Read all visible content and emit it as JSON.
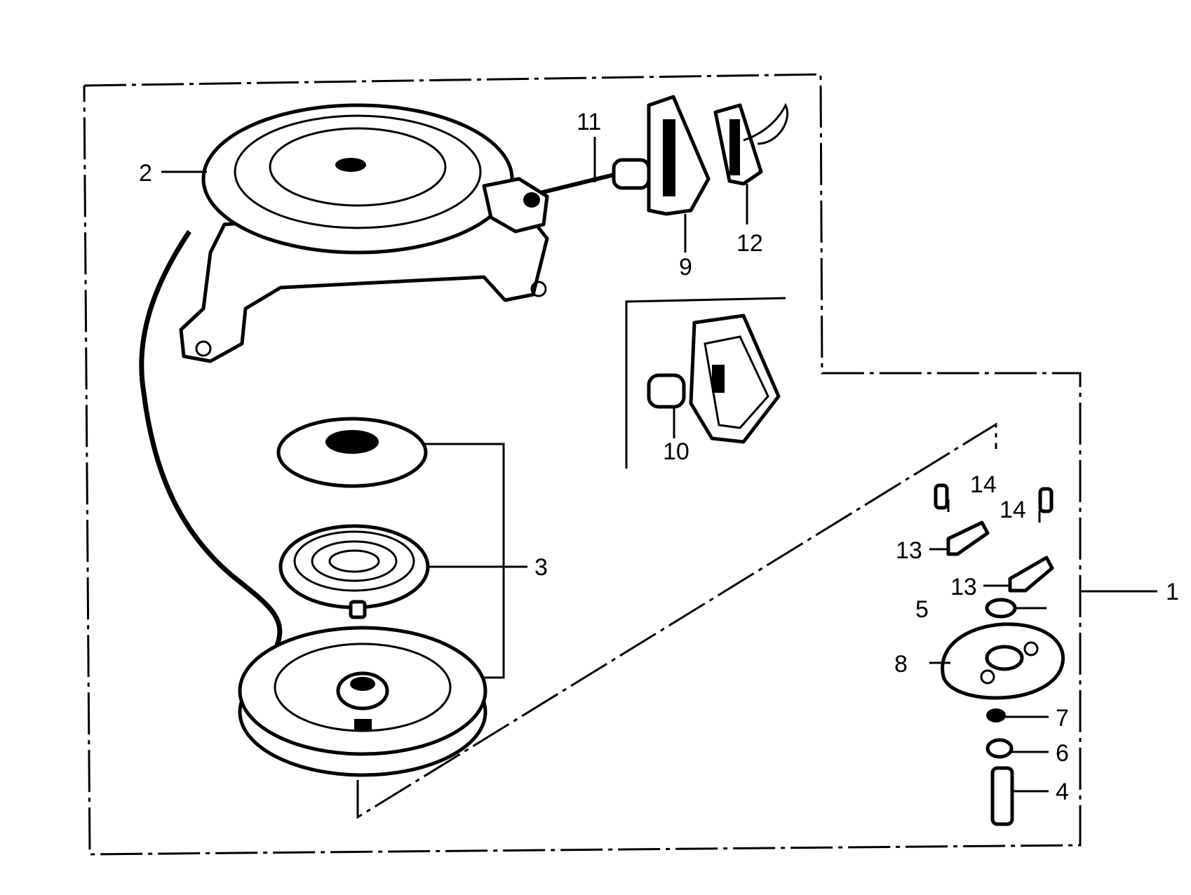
{
  "diagram": {
    "callouts": [
      {
        "id": "1",
        "label": "1"
      },
      {
        "id": "2",
        "label": "2"
      },
      {
        "id": "3",
        "label": "3"
      },
      {
        "id": "4",
        "label": "4"
      },
      {
        "id": "5",
        "label": "5"
      },
      {
        "id": "6",
        "label": "6"
      },
      {
        "id": "7",
        "label": "7"
      },
      {
        "id": "8",
        "label": "8"
      },
      {
        "id": "9",
        "label": "9"
      },
      {
        "id": "10",
        "label": "10"
      },
      {
        "id": "11",
        "label": "11"
      },
      {
        "id": "12",
        "label": "12"
      },
      {
        "id": "13a",
        "label": "13"
      },
      {
        "id": "13b",
        "label": "13"
      },
      {
        "id": "14a",
        "label": "14"
      },
      {
        "id": "14b",
        "label": "14"
      }
    ],
    "colors": {
      "ink": "#000000",
      "paper": "#ffffff"
    }
  }
}
